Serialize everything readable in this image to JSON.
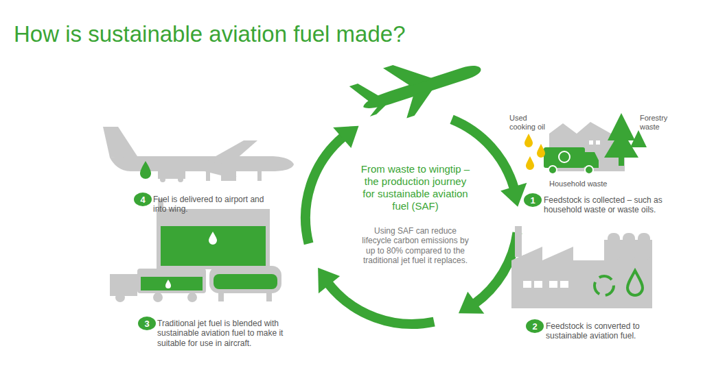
{
  "diagram": {
    "title": "How is sustainable aviation fuel made?",
    "nodes": [
      {
        "text": [
          "1"
        ]
      },
      {
        "text": [
          "2"
        ]
      },
      {
        "text": [
          "3"
        ]
      },
      {
        "text": [
          "4"
        ]
      }
    ],
    "labels": [
      "From waste to wingtip – the production journey for sustainable aviation fuel (SAF)",
      "Using SAF can reduce lifecycle carbon emissions by up to 80% compared to the traditional jet fuel it replaces.",
      "Used cooking oil",
      "Forestry waste",
      "Household waste",
      "Feedstock is collected – such as household waste or waste oils.",
      "Feedstock is converted to sustainable aviation fuel.",
      "Traditional jet fuel is blended with sustainable aviation fuel to make it suitable for use in aircraft.",
      "Fuel is delivered to airport and into wing."
    ]
  }
}
